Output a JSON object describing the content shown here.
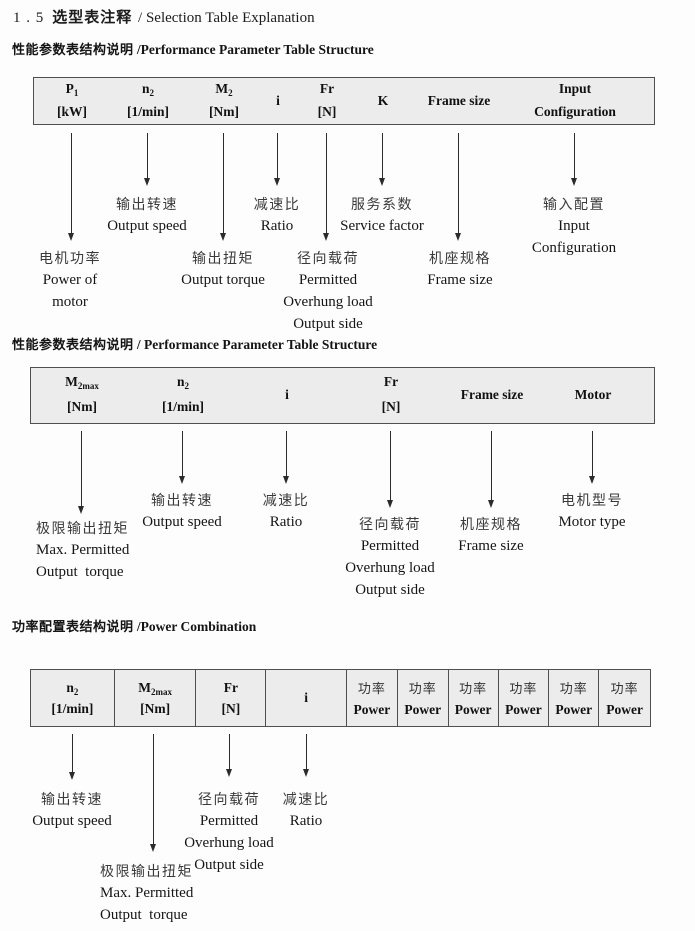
{
  "title": {
    "number": "1 . 5",
    "zh": "选型表注释",
    "divider": " / ",
    "en": "Selection Table Explanation"
  },
  "sections": [
    {
      "heading": {
        "zh": "性能参数表结构说明",
        "divider": " /",
        "en": "Performance Parameter Table Structure"
      },
      "table": {
        "columns": [
          {
            "base": "P",
            "sub": "1",
            "line2": "[kW]"
          },
          {
            "base": "n",
            "sub": "2",
            "line2": "[1/min]"
          },
          {
            "base": "M",
            "sub": "2",
            "line2": "[Nm]"
          },
          {
            "base": "i"
          },
          {
            "base": "Fr",
            "line2": "[N]"
          },
          {
            "base": "K"
          },
          {
            "base": "Frame size"
          },
          {
            "base": "Input",
            "line2": "Configuration"
          }
        ]
      },
      "callouts": [
        {
          "zh": "电机功率",
          "en_lines": [
            "Power of",
            "motor"
          ]
        },
        {
          "zh": "输出转速",
          "en_lines": [
            "Output speed"
          ]
        },
        {
          "zh": "输出扭矩",
          "en_lines": [
            "Output torque"
          ]
        },
        {
          "zh": "减速比",
          "en_lines": [
            "Ratio"
          ]
        },
        {
          "zh": "径向载荷",
          "en_lines": [
            "Permitted",
            "Overhung load",
            "Output side"
          ]
        },
        {
          "zh": "服务系数",
          "en_lines": [
            "Service factor"
          ]
        },
        {
          "zh": "机座规格",
          "en_lines": [
            "Frame size"
          ]
        },
        {
          "zh": "输入配置",
          "en_lines": [
            "Input",
            "Configuration"
          ]
        }
      ]
    },
    {
      "heading": {
        "zh": "性能参数表结构说明",
        "divider": " / ",
        "en": "Performance Parameter Table Structure"
      },
      "table": {
        "columns": [
          {
            "base": "M",
            "sub": "2max",
            "line2": "[Nm]"
          },
          {
            "base": "n",
            "sub": "2",
            "line2": "[1/min]"
          },
          {
            "base": "i"
          },
          {
            "base": "Fr",
            "line2": "[N]"
          },
          {
            "base": "Frame size"
          },
          {
            "base": "Motor"
          }
        ]
      },
      "callouts": [
        {
          "zh": "极限输出扭矩",
          "en_lines": [
            "Max. Permitted",
            "Output  torque"
          ]
        },
        {
          "zh": "输出转速",
          "en_lines": [
            "Output speed"
          ]
        },
        {
          "zh": "减速比",
          "en_lines": [
            "Ratio"
          ]
        },
        {
          "zh": "径向载荷",
          "en_lines": [
            "Permitted",
            "Overhung load",
            "Output side"
          ]
        },
        {
          "zh": "机座规格",
          "en_lines": [
            "Frame size"
          ]
        },
        {
          "zh": "电机型号",
          "en_lines": [
            "Motor type"
          ]
        }
      ]
    },
    {
      "heading": {
        "zh": "功率配置表结构说明",
        "divider": " /",
        "en": "Power Combination"
      },
      "table": {
        "columns": [
          {
            "base": "n",
            "sub": "2",
            "line2": "[1/min]"
          },
          {
            "base": "M",
            "sub": "2max",
            "line2": "[Nm]"
          },
          {
            "base": "Fr",
            "line2": "[N]"
          },
          {
            "base": "i"
          },
          {
            "zh": "功率",
            "en": "Power"
          },
          {
            "zh": "功率",
            "en": "Power"
          },
          {
            "zh": "功率",
            "en": "Power"
          },
          {
            "zh": "功率",
            "en": "Power"
          },
          {
            "zh": "功率",
            "en": "Power"
          },
          {
            "zh": "功率",
            "en": "Power"
          }
        ]
      },
      "callouts": [
        {
          "zh": "输出转速",
          "en_lines": [
            "Output speed"
          ]
        },
        {
          "zh": "极限输出扭矩",
          "en_lines": [
            "Max. Permitted",
            "Output  torque"
          ]
        },
        {
          "zh": "径向载荷",
          "en_lines": [
            "Permitted",
            "Overhung load",
            "Output side"
          ]
        },
        {
          "zh": "减速比",
          "en_lines": [
            "Ratio"
          ]
        }
      ]
    }
  ]
}
